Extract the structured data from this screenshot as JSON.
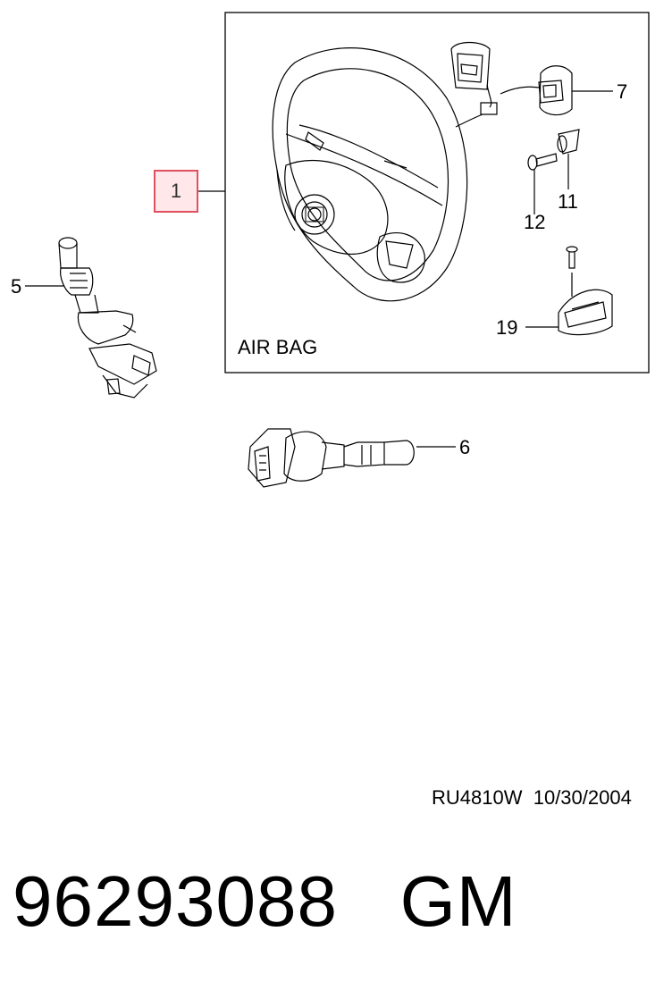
{
  "callouts": {
    "c1": "1",
    "c5": "5",
    "c6": "6",
    "c7": "7",
    "c11": "11",
    "c12": "12",
    "c19": "19"
  },
  "box_label": "AIR BAG",
  "drawing_ref": {
    "code": "RU4810W",
    "date": "10/30/2004"
  },
  "footer": {
    "part_number": "96293088",
    "brand": "GM"
  },
  "colors": {
    "line": "#000000",
    "highlight_fill": "#fce3e6",
    "highlight_border": "#e0505f"
  }
}
